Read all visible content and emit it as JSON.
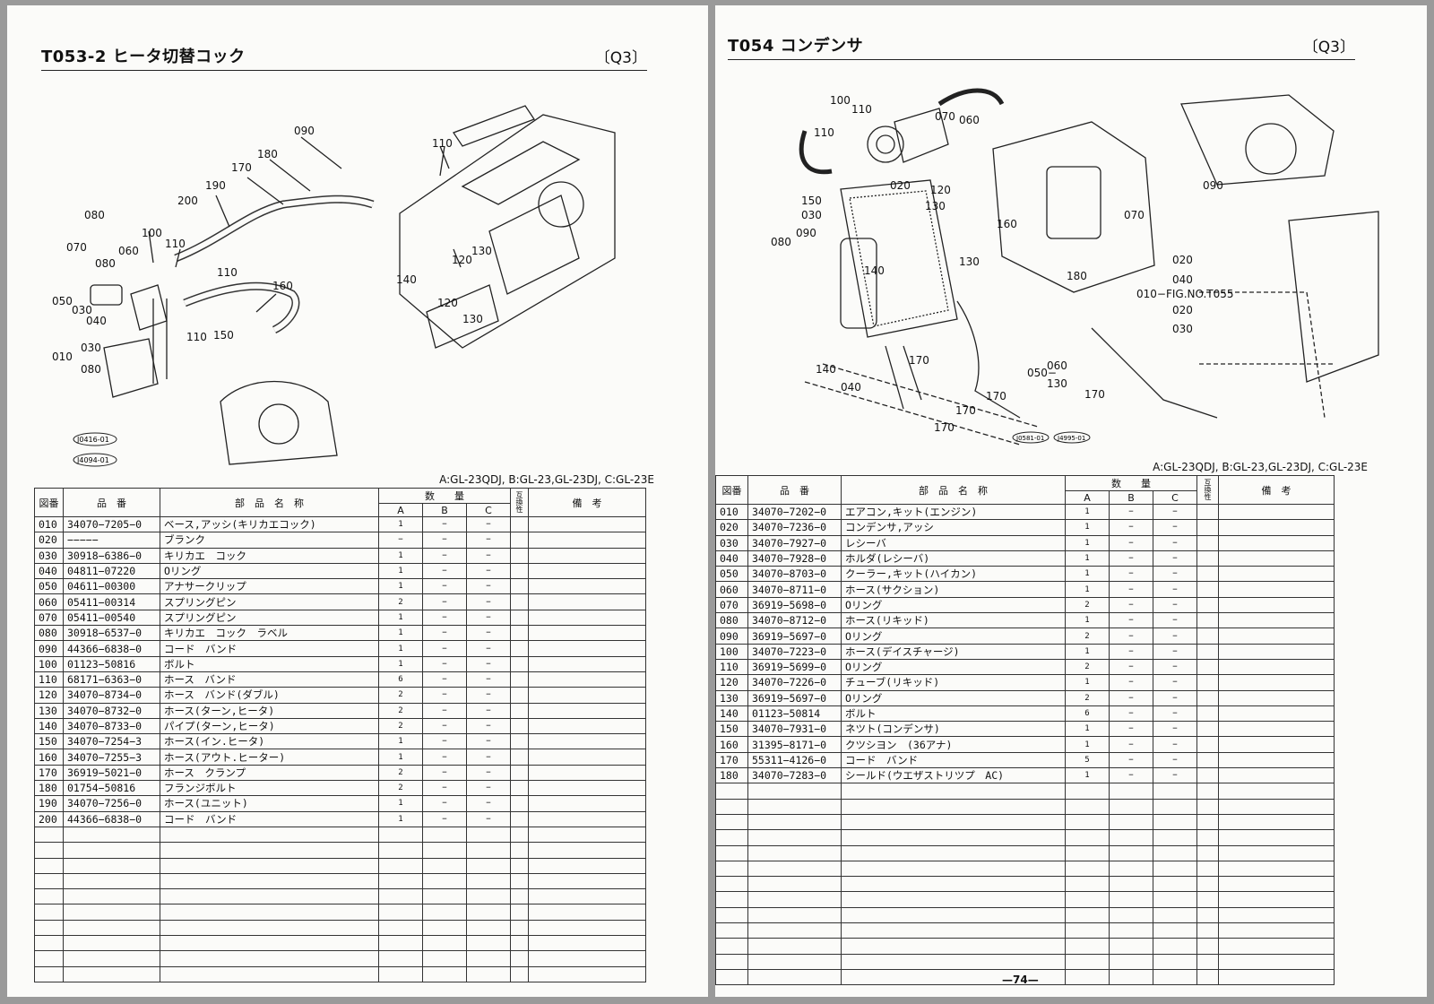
{
  "left": {
    "title": "T053-2 ヒータ切替コック",
    "code": "〔Q3〕",
    "model_note": "A:GL-23QDJ, B:GL-23,GL-23DJ, C:GL-23E",
    "headers": {
      "no": "図番",
      "part": "品　番",
      "name": "部　品　名　称",
      "qty": "数　　量",
      "a": "A",
      "b": "B",
      "c": "C",
      "inter": "互換性",
      "remark": "備　考"
    },
    "callouts": [
      "090",
      "180",
      "170",
      "190",
      "200",
      "080",
      "100",
      "110",
      "070",
      "060",
      "080",
      "110",
      "160",
      "050",
      "030",
      "040",
      "110",
      "150",
      "010",
      "030",
      "080",
      "110",
      "130",
      "120",
      "140",
      "120",
      "130"
    ],
    "stamps": [
      "J0416-01",
      "J4094-01"
    ],
    "rows": [
      {
        "no": "010",
        "part": "34070−7205−0",
        "name": "ベース,アッシ(キリカエコック)",
        "a": "1",
        "b": "−",
        "c": "−"
      },
      {
        "no": "020",
        "part": "−−−−−",
        "name": "ブランク",
        "a": "−",
        "b": "−",
        "c": "−"
      },
      {
        "no": "030",
        "part": "30918−6386−0",
        "name": "キリカエ　コック",
        "a": "1",
        "b": "−",
        "c": "−"
      },
      {
        "no": "040",
        "part": "04811−07220",
        "name": "Oリング",
        "a": "1",
        "b": "−",
        "c": "−"
      },
      {
        "no": "050",
        "part": "04611−00300",
        "name": "アナサークリップ",
        "a": "1",
        "b": "−",
        "c": "−"
      },
      {
        "no": "060",
        "part": "05411−00314",
        "name": "スプリングピン",
        "a": "2",
        "b": "−",
        "c": "−"
      },
      {
        "no": "070",
        "part": "05411−00540",
        "name": "スプリングピン",
        "a": "1",
        "b": "−",
        "c": "−"
      },
      {
        "no": "080",
        "part": "30918−6537−0",
        "name": "キリカエ　コック　ラベル",
        "a": "1",
        "b": "−",
        "c": "−"
      },
      {
        "no": "090",
        "part": "44366−6838−0",
        "name": "コード　バンド",
        "a": "1",
        "b": "−",
        "c": "−"
      },
      {
        "no": "100",
        "part": "01123−50816",
        "name": "ボルト",
        "a": "1",
        "b": "−",
        "c": "−"
      },
      {
        "no": "110",
        "part": "68171−6363−0",
        "name": "ホース　バンド",
        "a": "6",
        "b": "−",
        "c": "−"
      },
      {
        "no": "120",
        "part": "34070−8734−0",
        "name": "ホース　バンド(ダブル)",
        "a": "2",
        "b": "−",
        "c": "−"
      },
      {
        "no": "130",
        "part": "34070−8732−0",
        "name": "ホース(ターン,ヒータ)",
        "a": "2",
        "b": "−",
        "c": "−"
      },
      {
        "no": "140",
        "part": "34070−8733−0",
        "name": "パイプ(ターン,ヒータ)",
        "a": "2",
        "b": "−",
        "c": "−"
      },
      {
        "no": "150",
        "part": "34070−7254−3",
        "name": "ホース(イン.ヒータ)",
        "a": "1",
        "b": "−",
        "c": "−"
      },
      {
        "no": "160",
        "part": "34070−7255−3",
        "name": "ホース(アウト.ヒーター)",
        "a": "1",
        "b": "−",
        "c": "−"
      },
      {
        "no": "170",
        "part": "36919−5021−0",
        "name": "ホース　クランプ",
        "a": "2",
        "b": "−",
        "c": "−"
      },
      {
        "no": "180",
        "part": "01754−50816",
        "name": "フランジボルト",
        "a": "2",
        "b": "−",
        "c": "−"
      },
      {
        "no": "190",
        "part": "34070−7256−0",
        "name": "ホース(ユニット)",
        "a": "1",
        "b": "−",
        "c": "−"
      },
      {
        "no": "200",
        "part": "44366−6838−0",
        "name": "コード　バンド",
        "a": "1",
        "b": "−",
        "c": "−"
      }
    ]
  },
  "right": {
    "title": "T054 コンデンサ",
    "code": "〔Q3〕",
    "model_note": "A:GL-23QDJ, B:GL-23,GL-23DJ, C:GL-23E",
    "headers": {
      "no": "図番",
      "part": "品　番",
      "name": "部　品　名　称",
      "qty": "数　　量",
      "a": "A",
      "b": "B",
      "c": "C",
      "inter": "互換性",
      "remark": "備　考"
    },
    "callouts": [
      "100",
      "110",
      "110",
      "070",
      "060",
      "020",
      "120",
      "130",
      "150",
      "030",
      "080",
      "090",
      "160",
      "140",
      "130",
      "040",
      "140",
      "170",
      "170",
      "170",
      "170",
      "180",
      "090",
      "070"
    ],
    "fig_ref": [
      "020",
      "040",
      "010−FIG.NO.T055",
      "020",
      "030",
      "050−",
      "060",
      "130",
      "170"
    ],
    "stamps": [
      "J0581-01",
      "J4995-01"
    ],
    "page_number": "—74—",
    "rows": [
      {
        "no": "010",
        "part": "34070−7202−0",
        "name": "エアコン,キット(エンジン)",
        "a": "1",
        "b": "−",
        "c": "−"
      },
      {
        "no": "020",
        "part": "34070−7236−0",
        "name": "コンデンサ,アッシ",
        "a": "1",
        "b": "−",
        "c": "−"
      },
      {
        "no": "030",
        "part": "34070−7927−0",
        "name": "レシーバ",
        "a": "1",
        "b": "−",
        "c": "−"
      },
      {
        "no": "040",
        "part": "34070−7928−0",
        "name": "ホルダ(レシーバ)",
        "a": "1",
        "b": "−",
        "c": "−"
      },
      {
        "no": "050",
        "part": "34070−8703−0",
        "name": "クーラー,キット(ハイカン)",
        "a": "1",
        "b": "−",
        "c": "−"
      },
      {
        "no": "060",
        "part": "34070−8711−0",
        "name": "ホース(サクション)",
        "a": "1",
        "b": "−",
        "c": "−"
      },
      {
        "no": "070",
        "part": "36919−5698−0",
        "name": "Oリング",
        "a": "2",
        "b": "−",
        "c": "−"
      },
      {
        "no": "080",
        "part": "34070−8712−0",
        "name": "ホース(リキッド)",
        "a": "1",
        "b": "−",
        "c": "−"
      },
      {
        "no": "090",
        "part": "36919−5697−0",
        "name": "Oリング",
        "a": "2",
        "b": "−",
        "c": "−"
      },
      {
        "no": "100",
        "part": "34070−7223−0",
        "name": "ホース(デイスチャージ)",
        "a": "1",
        "b": "−",
        "c": "−"
      },
      {
        "no": "110",
        "part": "36919−5699−0",
        "name": "Oリング",
        "a": "2",
        "b": "−",
        "c": "−"
      },
      {
        "no": "120",
        "part": "34070−7226−0",
        "name": "チューブ(リキッド)",
        "a": "1",
        "b": "−",
        "c": "−"
      },
      {
        "no": "130",
        "part": "36919−5697−0",
        "name": "Oリング",
        "a": "2",
        "b": "−",
        "c": "−"
      },
      {
        "no": "140",
        "part": "01123−50814",
        "name": "ボルト",
        "a": "6",
        "b": "−",
        "c": "−"
      },
      {
        "no": "150",
        "part": "34070−7931−0",
        "name": "ネツト(コンデンサ)",
        "a": "1",
        "b": "−",
        "c": "−"
      },
      {
        "no": "160",
        "part": "31395−8171−0",
        "name": "クツシヨン　(36アナ)",
        "a": "1",
        "b": "−",
        "c": "−"
      },
      {
        "no": "170",
        "part": "55311−4126−0",
        "name": "コード　バンド",
        "a": "5",
        "b": "−",
        "c": "−"
      },
      {
        "no": "180",
        "part": "34070−7283−0",
        "name": "シールド(ウエザストリツプ　AC)",
        "a": "1",
        "b": "−",
        "c": "−"
      }
    ]
  }
}
